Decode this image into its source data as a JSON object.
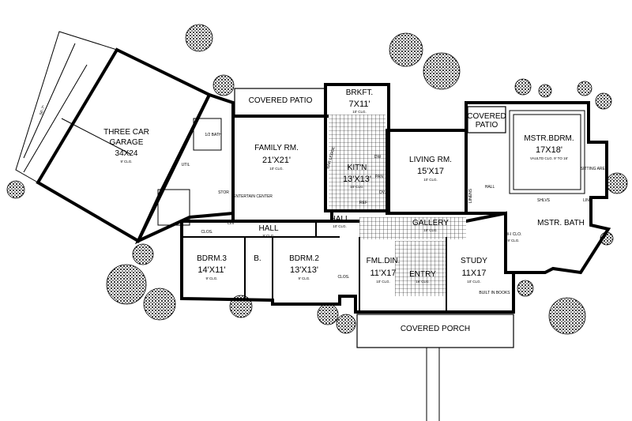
{
  "rooms": {
    "garage": {
      "name": "THREE CAR GARAGE",
      "line1": "THREE CAR",
      "line2": "GARAGE",
      "dim": "34X24",
      "clg": "9' CLG."
    },
    "covered_patio": {
      "name": "COVERED PATIO"
    },
    "brkft": {
      "name": "BRKFT.",
      "dim": "7X11'",
      "clg": "10' CLG."
    },
    "family": {
      "name": "FAMILY RM.",
      "dim": "21'X21'",
      "clg": "10' CLG."
    },
    "kitchen": {
      "name": "KIT'N",
      "dim": "13'X13'",
      "clg": "10' CLG."
    },
    "living": {
      "name": "LIVING RM.",
      "dim": "15'X17",
      "clg": "10' CLG."
    },
    "covered_patio_2": {
      "name": "COVERED PATIO"
    },
    "master_bedroom": {
      "name": "MSTR.BDRM.",
      "dim": "17X18'",
      "clg": "VAULTD CLG. 9' TO 16'"
    },
    "sitting": {
      "name": "SITTING AREA"
    },
    "hall_east": {
      "name": "HALL"
    },
    "master_bath": {
      "name": "MSTR. BATH"
    },
    "wic": {
      "name": "W-I CLO.",
      "clg": "9' CLG."
    },
    "study": {
      "name": "STUDY",
      "dim": "11X17",
      "clg": "10' CLG."
    },
    "dining": {
      "name": "FML.DIN.",
      "dim": "11'X17",
      "clg": "10' CLG."
    },
    "entry": {
      "name": "ENTRY",
      "clg": "16' CLG."
    },
    "gallery": {
      "name": "GALLERY",
      "clg": "10' CLG."
    },
    "hall_center": {
      "name": "HALL",
      "clg": "10' CLG."
    },
    "hall_west": {
      "name": "HALL",
      "clg": "9' CLG."
    },
    "bedroom2": {
      "name": "BDRM.2",
      "dim": "13'X13'",
      "clg": "9' CLG."
    },
    "bedroom3": {
      "name": "BDRM.3",
      "dim": "14'X11'",
      "clg": "9' CLG."
    },
    "bath": {
      "name": "B."
    },
    "covered_porch": {
      "name": "COVERED PORCH"
    }
  },
  "labels": {
    "clos_b3": "CLOS.",
    "clos_b2": "CLOS.",
    "util": "UTIL",
    "half_bath": "1/2 BATH",
    "stor": "STOR",
    "entertain": "ENTERTAIN CENTER",
    "lin_west": "LIN",
    "ref": "REF",
    "dw": "DW",
    "pantry": "PAN",
    "ov": "OV.",
    "linens": "LINENS",
    "shlvs": "SHLVS",
    "lin_east": "LIN",
    "built_in": "BUILT IN BOOKS",
    "bar_ledge": "BAR LEDGE",
    "dim_garage": "56'-7\""
  }
}
